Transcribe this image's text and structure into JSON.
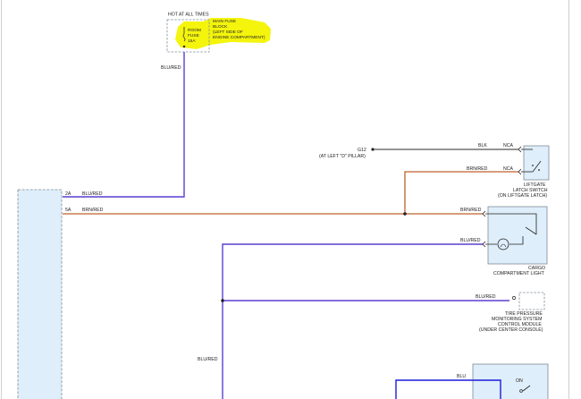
{
  "colors": {
    "blu_red": "#5b3fd0",
    "brn_red": "#c0622c",
    "blk": "#2a2a2a",
    "blu": "#1c1cd8",
    "highlight": "#f3f300",
    "module_fill": "#deeefa",
    "dash": "#7f8a96"
  },
  "top": {
    "hot_label": "HOT AT ALL TIMES",
    "fuse_text": [
      "ROOM",
      "FUSE",
      "15A"
    ],
    "block_label": [
      "MAIN FUSE",
      "BLOCK",
      "(LEFT SIDE OF",
      "ENGINE COMPARTMENT)"
    ]
  },
  "wires": {
    "blu_red_top": "BLU/RED",
    "pin_2a": "2A",
    "pin_2a_wire": "BLU/RED",
    "pin_5a": "5A",
    "pin_5a_wire": "BRN/RED",
    "blu_red_left": "BLU/RED"
  },
  "ground": {
    "id": "G12",
    "location": "(AT LEFT \"D\" PILLAR)"
  },
  "liftgate": {
    "blk_wire": "BLK",
    "nca_top": "NCA",
    "brn_wire": "BRN/RED",
    "nca_bottom": "NCA",
    "label": [
      "LIFTGATE",
      "LATCH SWITCH",
      "(ON LIFTGATE LATCH)"
    ]
  },
  "cargo": {
    "brn_wire": "BRN/RED",
    "blu_wire": "BLU/RED",
    "label": [
      "CARGO",
      "COMPARTMENT LIGHT"
    ]
  },
  "tpms": {
    "wire": "BLU/RED",
    "label": [
      "TIRE PRESSURE",
      "MONITORING SYSTEM",
      "CONTROL MODULE",
      "(UNDER CENTER CONSOLE)"
    ]
  },
  "bottom_module": {
    "wire": "BLU",
    "on_label": "ON"
  }
}
